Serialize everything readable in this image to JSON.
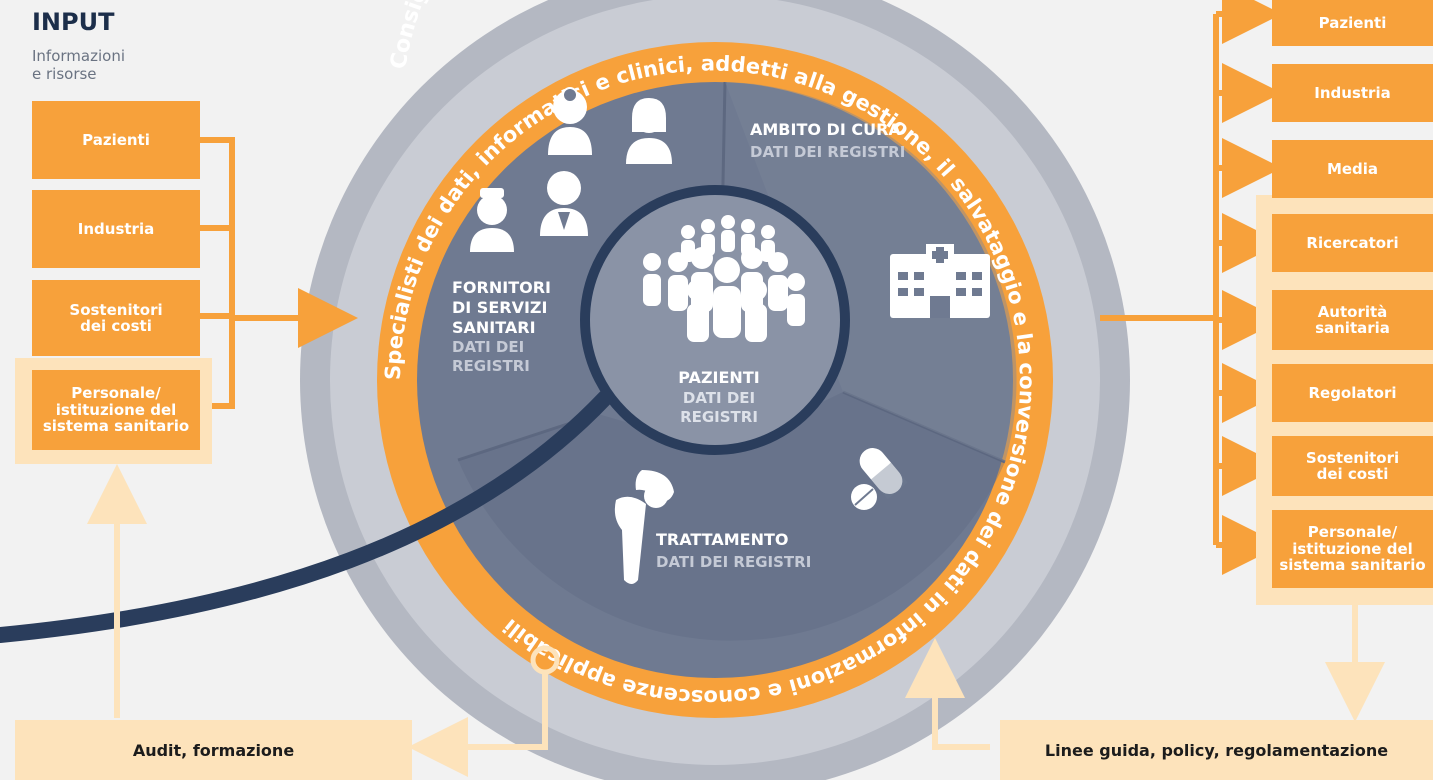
{
  "input": {
    "title": "INPUT",
    "subtitle_line1": "Informazioni",
    "subtitle_line2": "e risorse",
    "boxes": [
      "Pazienti",
      "Industria",
      "Sostenitori\ndei costi",
      "Personale/\nistituzione del\nsistema sanitario"
    ]
  },
  "output": {
    "boxes": [
      "Pazienti",
      "Industria",
      "Media",
      "Ricercatori",
      "Autorità\nsanitaria",
      "Regolatori",
      "Sostenitori\ndei costi",
      "Personale/\nistituzione del\nsistema sanitario"
    ]
  },
  "ring": {
    "outer_text": "Consiglio direttivo, amministrazione, gestione...",
    "band_text": "Specialisti dei dati, informatici e clinici, addetti alla gestione, il salvataggio e la conversione dei dati in informazioni e conoscenze applicabili"
  },
  "segments": {
    "care": {
      "title": "AMBITO DI CURA",
      "sub": "DATI DEI REGISTRI"
    },
    "providers": {
      "title_1": "FORNITORI",
      "title_2": "DI SERVIZI",
      "title_3": "SANITARI",
      "sub_1": "DATI DEI",
      "sub_2": "REGISTRI"
    },
    "treatment": {
      "title": "TRATTAMENTO",
      "sub": "DATI DEI REGISTRI"
    },
    "patients": {
      "title": "PAZIENTI",
      "sub_1": "DATI DEI",
      "sub_2": "REGISTRI"
    }
  },
  "bottom": {
    "left": "Audit, formazione",
    "right": "Linee guida, policy, regolamentazione"
  },
  "icons": [
    "doctor-icon",
    "nurse-icon",
    "physician-icon",
    "hospital-icon",
    "crowd-icon",
    "hip-implant-icon",
    "pill-icon"
  ],
  "colors": {
    "orange": "#f7a13b",
    "pale_orange": "#fde3bb",
    "slate": "#6f7a91",
    "dark_slate": "#5d6880",
    "navy": "#2a3d5c",
    "gray_ring": "#b4b8c2"
  }
}
